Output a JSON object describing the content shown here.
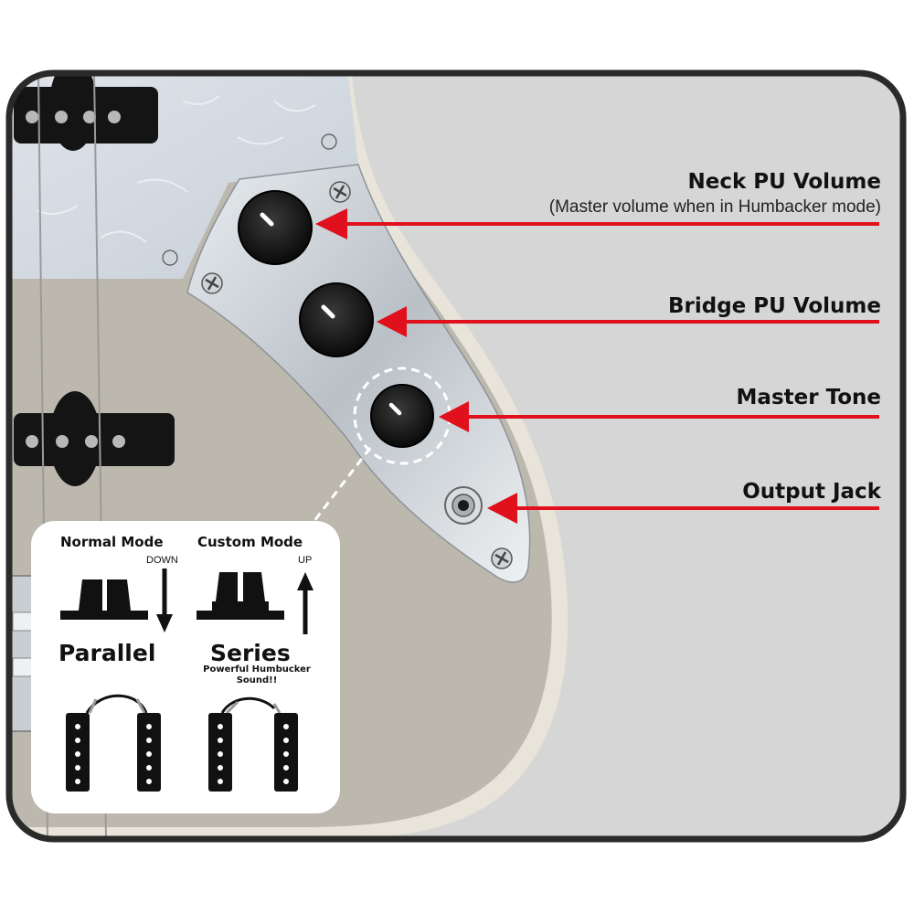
{
  "labels": {
    "neck_volume": "Neck PU Volume",
    "neck_volume_note": "(Master volume when in Humbacker mode)",
    "bridge_volume": "Bridge PU Volume",
    "master_tone": "Master Tone",
    "output_jack": "Output Jack"
  },
  "inset": {
    "normal_mode": {
      "title": "Normal Mode",
      "direction": "DOWN",
      "wiring": "Parallel"
    },
    "custom_mode": {
      "title": "Custom Mode",
      "direction": "UP",
      "wiring": "Series",
      "note_line1": "Powerful Humbucker",
      "note_line2": "Sound!!"
    }
  },
  "colors": {
    "arrow": "#e0101c",
    "body": "#bcb8ad",
    "background": "#d6d6d6",
    "frame": "#2a2a2a"
  }
}
